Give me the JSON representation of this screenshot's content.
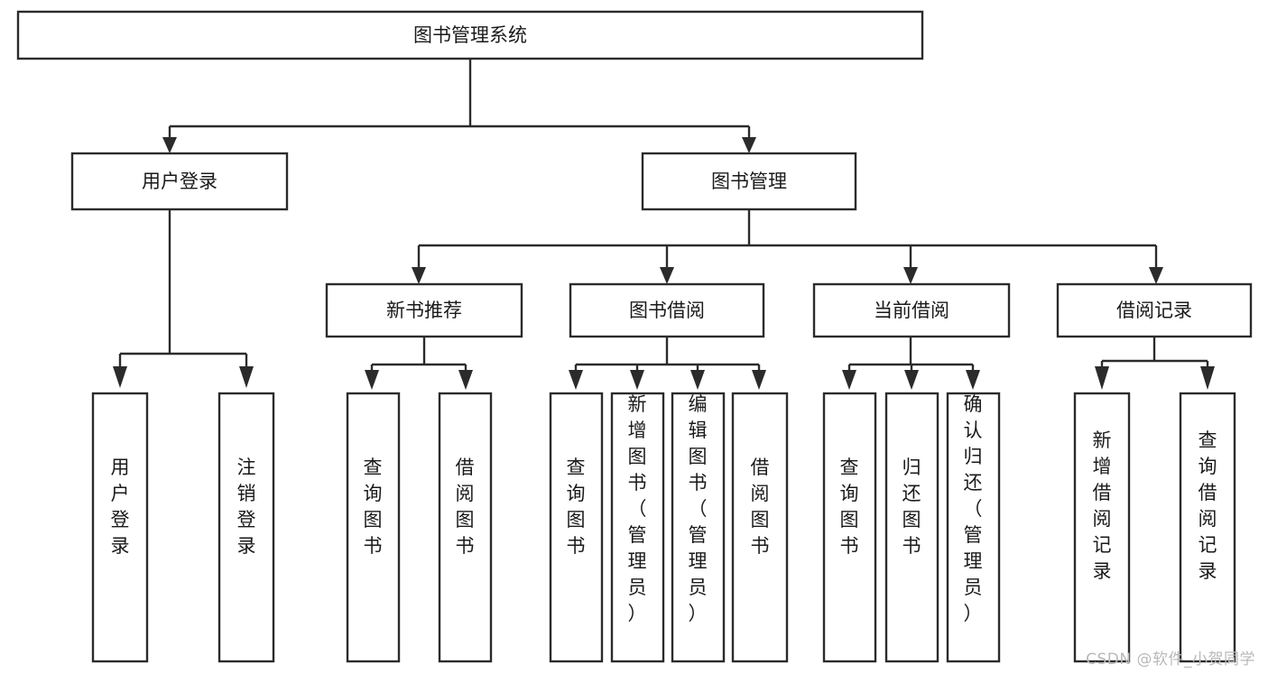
{
  "diagram": {
    "title_node": {
      "label": "图书管理系统"
    },
    "level2": [
      {
        "id": "user-login",
        "label": "用户登录"
      },
      {
        "id": "book-manage",
        "label": "图书管理"
      }
    ],
    "level3": [
      {
        "id": "new-book-recommend",
        "label": "新书推荐"
      },
      {
        "id": "book-borrow",
        "label": "图书借阅"
      },
      {
        "id": "current-borrow",
        "label": "当前借阅"
      },
      {
        "id": "borrow-record",
        "label": "借阅记录"
      }
    ],
    "leaves": {
      "user_login": [
        {
          "id": "leaf-user-login",
          "label": "用户登录"
        },
        {
          "id": "leaf-logout-login",
          "label": "注销登录"
        }
      ],
      "new_book_recommend": [
        {
          "id": "leaf-query-book-1",
          "label": "查询图书"
        },
        {
          "id": "leaf-borrow-book-1",
          "label": "借阅图书"
        }
      ],
      "book_borrow": [
        {
          "id": "leaf-query-book-2",
          "label": "查询图书"
        },
        {
          "id": "leaf-add-book",
          "label": "新增图书（管理员）"
        },
        {
          "id": "leaf-edit-book",
          "label": "编辑图书（管理员）"
        },
        {
          "id": "leaf-borrow-book-2",
          "label": "借阅图书"
        }
      ],
      "current_borrow": [
        {
          "id": "leaf-query-book-3",
          "label": "查询图书"
        },
        {
          "id": "leaf-return-book",
          "label": "归还图书"
        },
        {
          "id": "leaf-confirm-return",
          "label": "确认归还（管理员）"
        }
      ],
      "borrow_record": [
        {
          "id": "leaf-add-record",
          "label": "新增借阅记录"
        },
        {
          "id": "leaf-query-record",
          "label": "查询借阅记录"
        }
      ]
    }
  },
  "watermark": {
    "text": "CSDN @软件_小贺同学"
  },
  "colors": {
    "stroke": "#2b2b2b",
    "fill": "#ffffff",
    "text": "#1a1a1a",
    "watermark": "#b9b9b9"
  }
}
